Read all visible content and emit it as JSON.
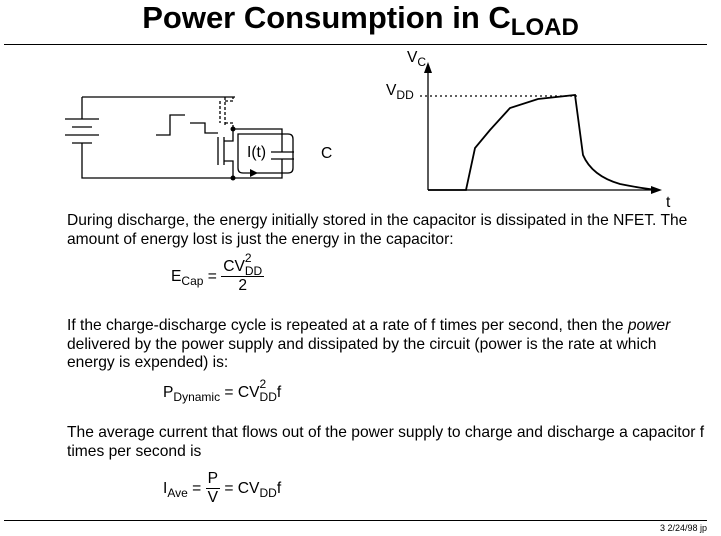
{
  "title": {
    "main": "Power Consumption in C",
    "sub": "LOAD"
  },
  "circuit": {
    "current_label": "I(t)",
    "cap_label": "C"
  },
  "graph": {
    "y_label": "V",
    "y_sub": "C",
    "vdd_label": "V",
    "vdd_sub": "DD",
    "x_label": "t"
  },
  "paragraph1": "During discharge, the energy initially stored in the capacitor is dissipated in the NFET.  The amount of energy lost is just the energy in the capacitor:",
  "eq_ecap": {
    "lhs": "E",
    "lhs_sub": "Cap",
    "eq": " = ",
    "num": "CV",
    "num_sup": "2",
    "num_sub": "DD",
    "den": "2"
  },
  "paragraph2": {
    "a": "If the charge-discharge cycle is repeated at a rate of f times per second, then the ",
    "em": "power",
    "b": " delivered by the power supply and dissipated by the circuit (power is the rate at which energy is expended) is:"
  },
  "eq_pdyn": {
    "lhs": "P",
    "lhs_sub": "Dynamic",
    "eq": " = CV",
    "sup": "2",
    "sub": "DD",
    "tail": "f"
  },
  "paragraph3": "The average current that flows out of the power supply to charge and discharge a capacitor f times per second is",
  "eq_iave": {
    "lhs": "I",
    "lhs_sub": "Ave",
    "eq": " = ",
    "num": "P",
    "den": "V",
    "eq2": " = CV",
    "sub": "DD",
    "tail": "f"
  },
  "footer": "3  2/24/98  jp"
}
